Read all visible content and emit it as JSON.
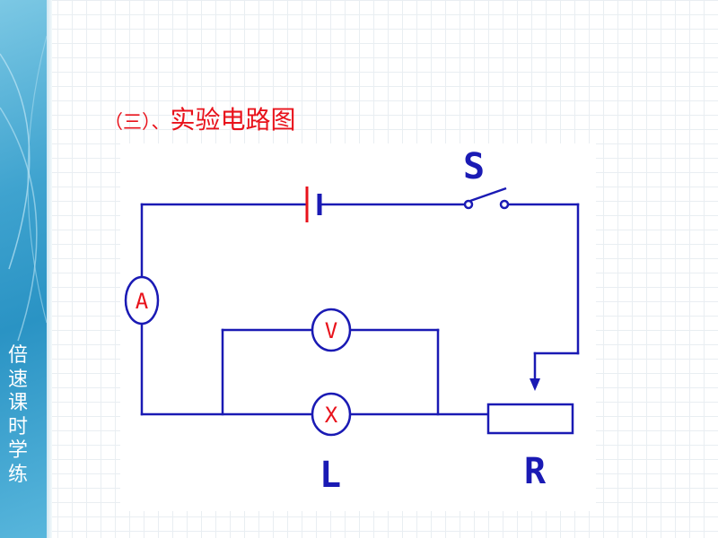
{
  "sidebar": {
    "chars": [
      "倍",
      "速",
      "课",
      "时",
      "学",
      "练"
    ]
  },
  "title": {
    "prefix": "（三）、",
    "text": "实验电路图"
  },
  "circuit": {
    "labels": {
      "switch": "S",
      "lamp": "L",
      "rheostat": "R"
    },
    "meters": {
      "ammeter": "A",
      "voltmeter": "V",
      "lamp_symbol": "X"
    },
    "colors": {
      "wire": "#1a1ab4",
      "meter_text": "#e8121b",
      "battery_positive": "#e8121b"
    }
  }
}
